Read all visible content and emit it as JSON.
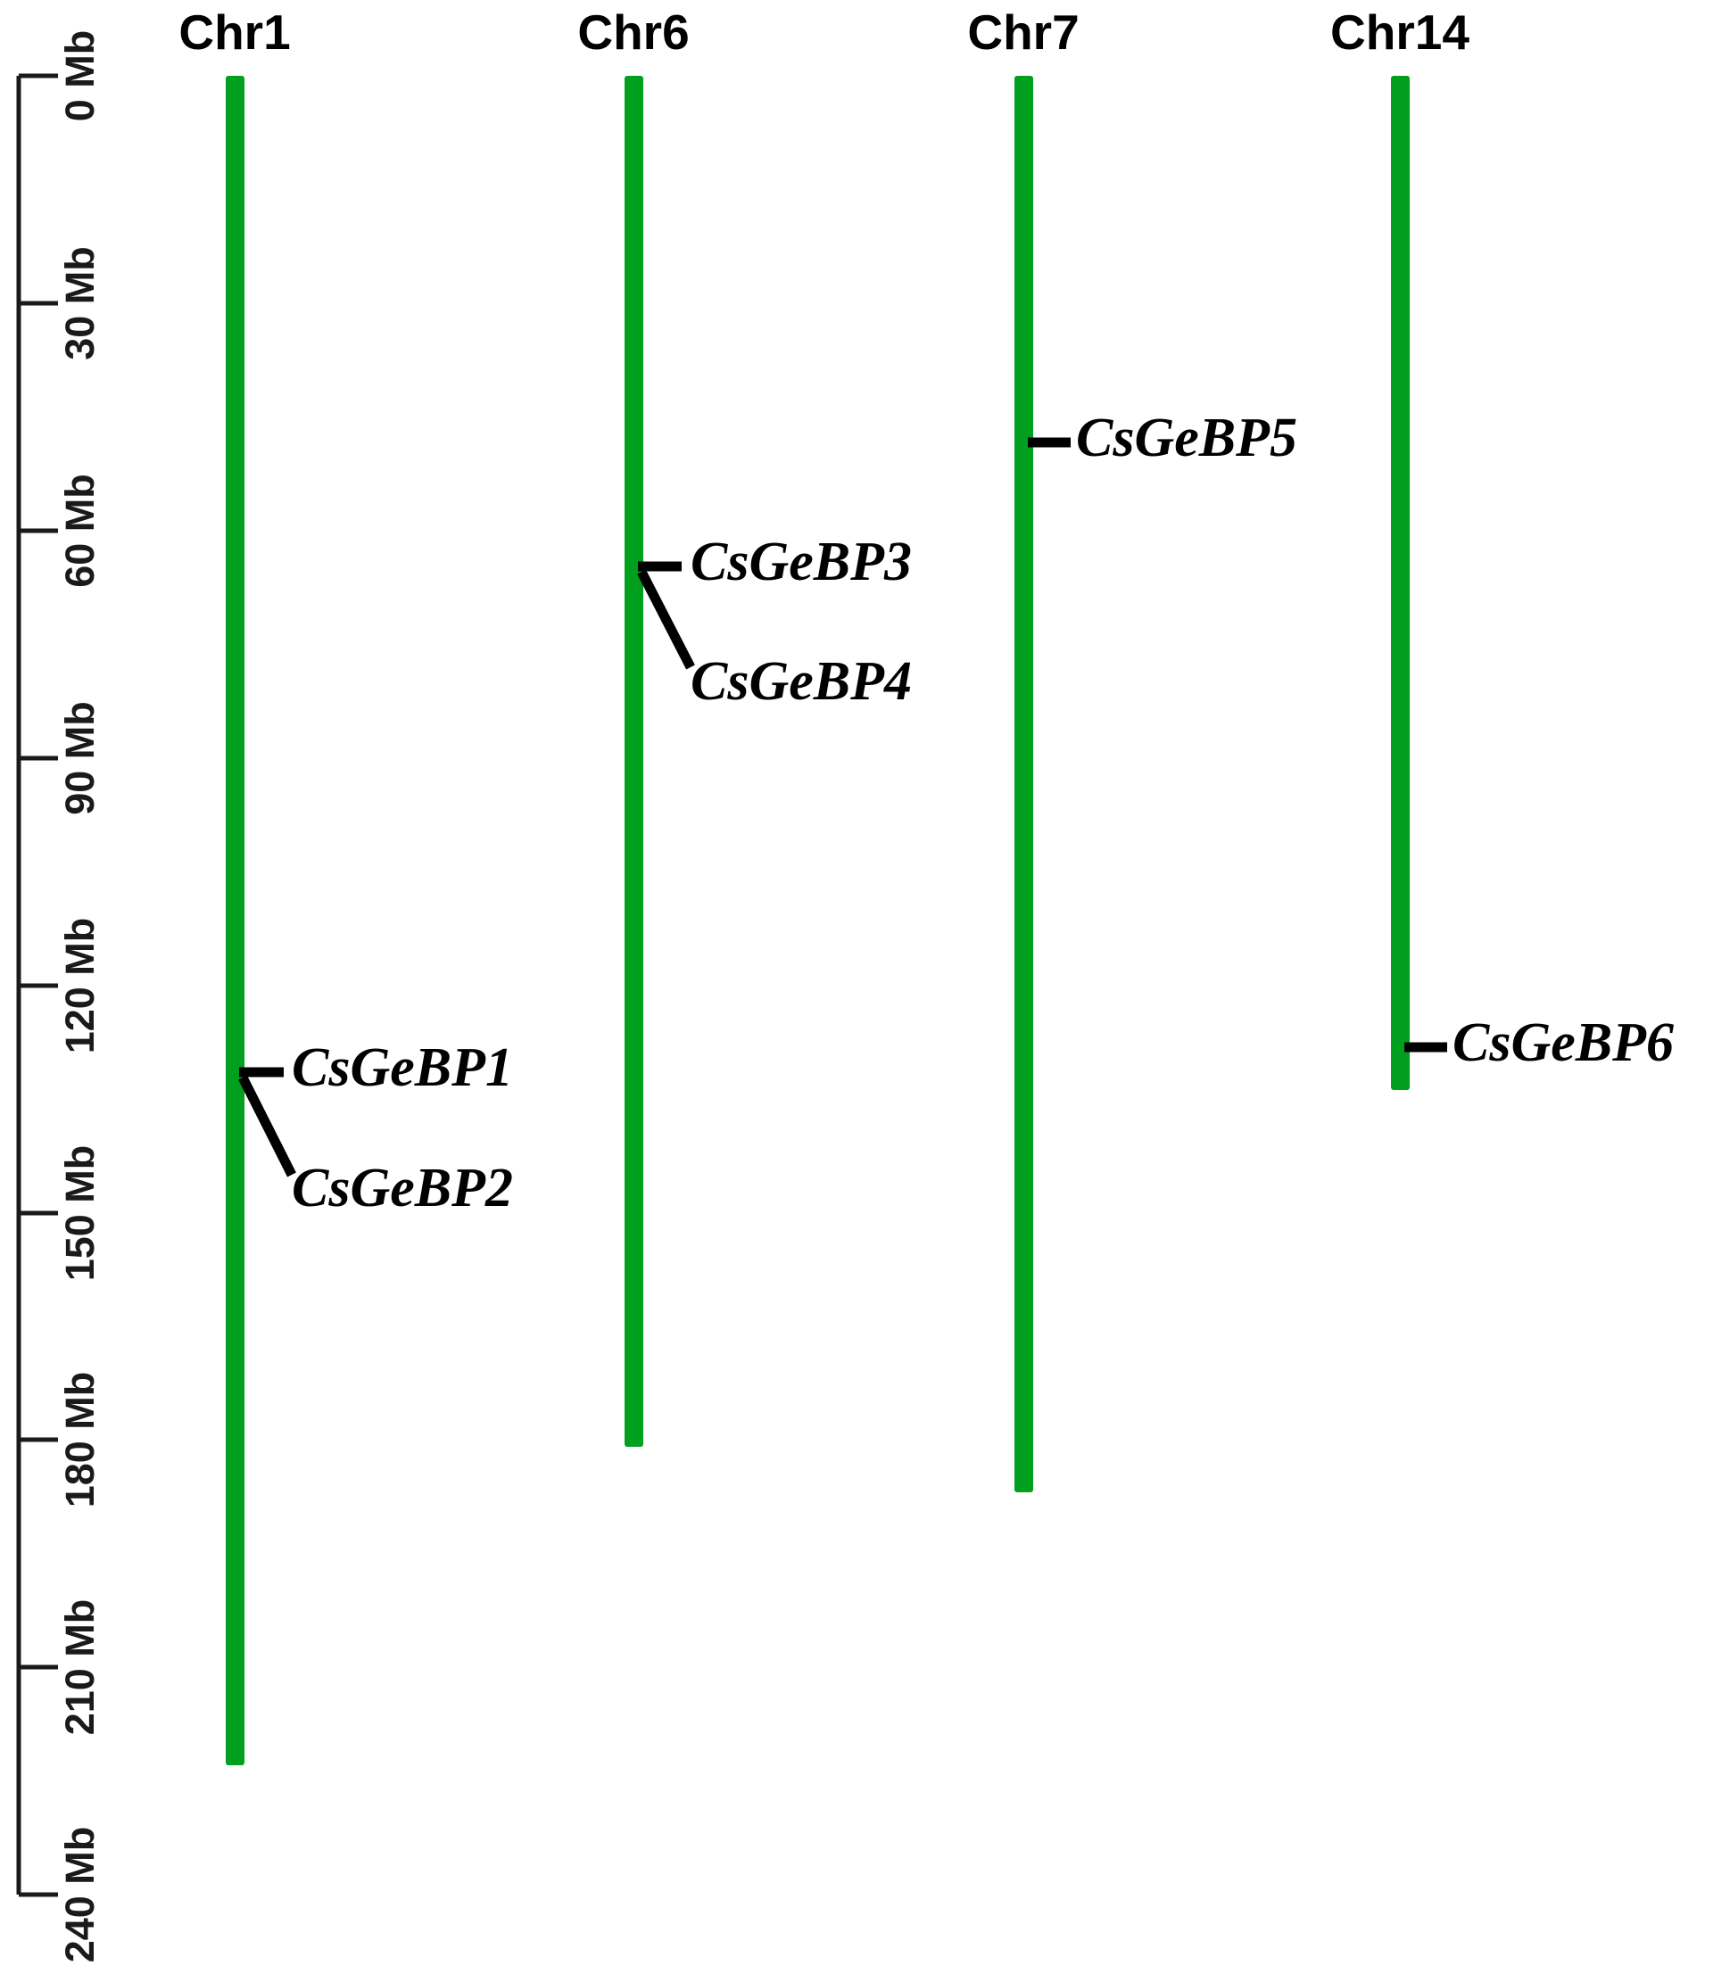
{
  "figure": {
    "title": "",
    "background_color": "#ffffff",
    "chromosome_color": "#00a01e",
    "text_color": "#000000",
    "axis_color": "#1a1a1a"
  },
  "chart_data": {
    "type": "chromosome-map",
    "title": "",
    "xlabel": "",
    "ylabel": "",
    "axis_unit": "Mb",
    "axis_ticks": [
      {
        "label": "0 Mb",
        "value": 0
      },
      {
        "label": "30 Mb",
        "value": 30
      },
      {
        "label": "60 Mb",
        "value": 60
      },
      {
        "label": "90 Mb",
        "value": 90
      },
      {
        "label": "120 Mb",
        "value": 120
      },
      {
        "label": "150 Mb",
        "value": 150
      },
      {
        "label": "180 Mb",
        "value": 180
      },
      {
        "label": "210 Mb",
        "value": 210
      },
      {
        "label": "240 Mb",
        "value": 240
      }
    ],
    "ylim": [
      0,
      240
    ],
    "grid": false,
    "legend": "none",
    "chromosomes": [
      {
        "name": "Chr1",
        "start_mb": 0,
        "length_mb": 223,
        "genes": [
          {
            "name": "CsGeBP1",
            "position_mb": 131,
            "leader": "straight"
          },
          {
            "name": "CsGeBP2",
            "position_mb": 131,
            "leader": "diagonal"
          }
        ]
      },
      {
        "name": "Chr6",
        "start_mb": 0,
        "length_mb": 181,
        "genes": [
          {
            "name": "CsGeBP3",
            "position_mb": 65,
            "leader": "straight"
          },
          {
            "name": "CsGeBP4",
            "position_mb": 65,
            "leader": "diagonal"
          }
        ]
      },
      {
        "name": "Chr7",
        "start_mb": 0,
        "length_mb": 187,
        "genes": [
          {
            "name": "CsGeBP5",
            "position_mb": 48,
            "leader": "straight"
          }
        ]
      },
      {
        "name": "Chr14",
        "start_mb": 0,
        "length_mb": 134,
        "genes": [
          {
            "name": "CsGeBP6",
            "position_mb": 128,
            "leader": "straight"
          }
        ]
      }
    ]
  }
}
